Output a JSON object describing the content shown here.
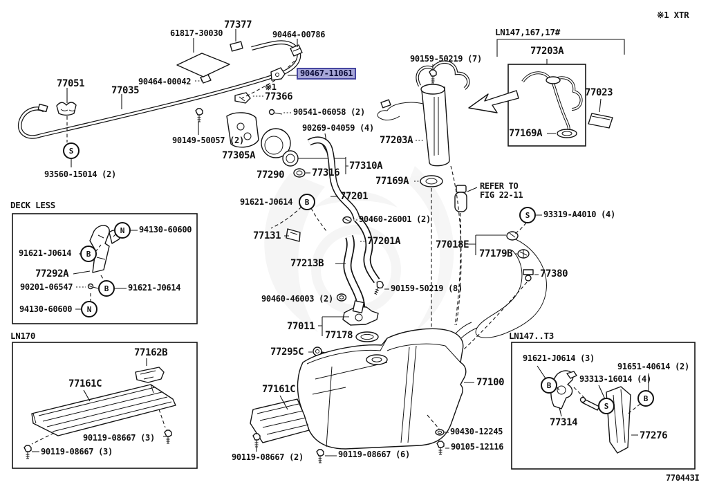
{
  "page": {
    "background": "#ffffff",
    "diagram_code": "770443I",
    "note_top_right": "※1 XTR"
  },
  "highlight": {
    "text": "90467-11061",
    "bg": "#a7a7d8",
    "border": "#4646a0"
  },
  "sections": {
    "deck_less": "DECK LESS",
    "ln170": "LN170",
    "ln147_t3": "LN147..T3",
    "ln147_bracket": "LN147,167,17#"
  },
  "refer_note": {
    "line1": "REFER TO",
    "line2": "FIG 22-11"
  },
  "labels": {
    "main": [
      "61817-30030",
      "77377",
      "90464-00786",
      "※1",
      "77366",
      "77051",
      "77035",
      "90464-00042",
      "90541-06058 (2)",
      "90269-04059 (4)",
      "90149-50057 (2)",
      "77305A",
      "93560-15014 (2)",
      "77290",
      "77316",
      "77310A",
      "91621-J0614",
      "77201",
      "90460-26001 (2)",
      "77131",
      "77201A",
      "77213B",
      "90159-50219 (8)",
      "90460-46003 (2)",
      "77011",
      "77178",
      "77295C",
      "90159-50219 (7)",
      "77203A",
      "77169A",
      "93319-A4010 (4)",
      "77018E",
      "77179B",
      "77380",
      "77203A",
      "77169A",
      "77023"
    ],
    "deck": [
      "94130-60600",
      "91621-J0614",
      "77292A",
      "90201-06547",
      "91621-J0614",
      "94130-60600"
    ],
    "ln170": [
      "77162B",
      "77161C",
      "90119-08667 (3)",
      "90119-08667 (3)"
    ],
    "bottom": [
      "77161C",
      "90119-08667 (2)",
      "90119-08667 (6)",
      "77100",
      "90430-12245",
      "90105-12116"
    ],
    "t3": [
      "91621-J0614 (3)",
      "91651-40614 (2)",
      "93313-16014 (4)",
      "77314",
      "77276"
    ]
  },
  "markers": [
    "S",
    "B",
    "S",
    "N",
    "B",
    "B",
    "N",
    "B",
    "S",
    "B"
  ]
}
